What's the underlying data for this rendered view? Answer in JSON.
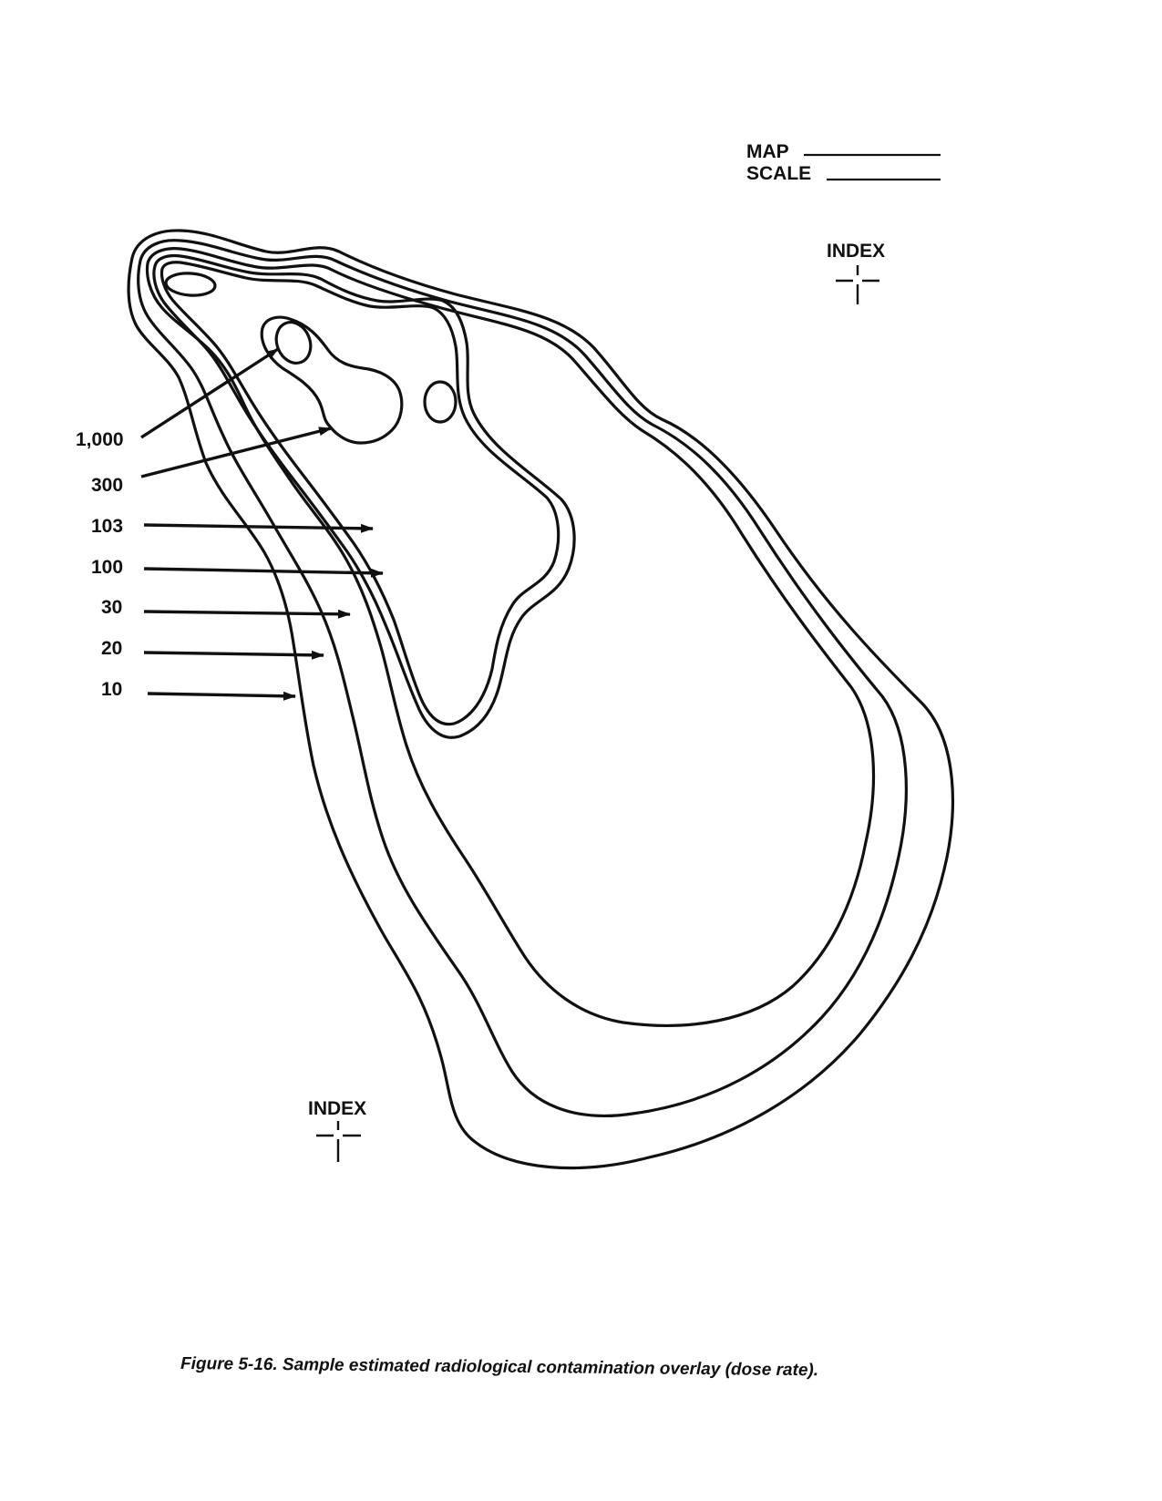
{
  "map_scale": {
    "line1": "MAP",
    "line2": "SCALE"
  },
  "index_marks": [
    {
      "label": "INDEX"
    },
    {
      "label": "INDEX"
    }
  ],
  "dose_labels": [
    "1,000",
    "300",
    "103",
    "100",
    "30",
    "20",
    "10"
  ],
  "caption": "Figure 5-16. Sample estimated radiological contamination overlay (dose rate).",
  "colors": {
    "ink": "#111111",
    "paper": "#ffffff"
  }
}
